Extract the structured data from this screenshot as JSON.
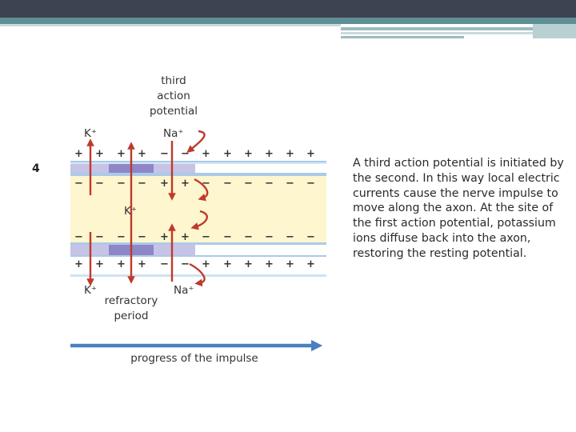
{
  "slide_number": "4",
  "labels": {
    "third_action_potential": [
      "third",
      "action",
      "potential"
    ],
    "k_top": "K⁺",
    "na_top": "Na⁺",
    "k_middle": "K⁺",
    "k_bottom": "K⁺",
    "na_bottom": "Na⁺",
    "refractory_period": [
      "refractory",
      "period"
    ],
    "progress": "progress of the impulse"
  },
  "membrane_charges": {
    "top_outer": [
      "+",
      "+",
      "+",
      "+",
      "−",
      "−",
      "+",
      "+",
      "+",
      "+",
      "+",
      "+"
    ],
    "top_inner": [
      "−",
      "−",
      "−",
      "−",
      "+",
      "+",
      "−",
      "−",
      "−",
      "−",
      "−",
      "−"
    ],
    "bottom_inner": [
      "−",
      "−",
      "−",
      "−",
      "+",
      "+",
      "−",
      "−",
      "−",
      "−",
      "−",
      "−"
    ],
    "bottom_outer": [
      "+",
      "+",
      "+",
      "+",
      "−",
      "−",
      "+",
      "+",
      "+",
      "+",
      "+",
      "+"
    ]
  },
  "caption_lines": [
    "A third action potential is initiated by",
    "the second. In this way local electric",
    "currents cause the nerve impulse to",
    "move along the axon. At the site of",
    "the first action potential, potassium",
    "ions diffuse back into the axon,",
    "restoring the resting potential."
  ],
  "colors": {
    "arrow_red": "#c0392b",
    "progress_arrow": "#4a7fc1",
    "axoplasm": "#fdf6cf",
    "membrane_blue": "#cfe2f2",
    "membrane_purple": "#c7c3e6",
    "membrane_dark": "#8f86c8"
  }
}
